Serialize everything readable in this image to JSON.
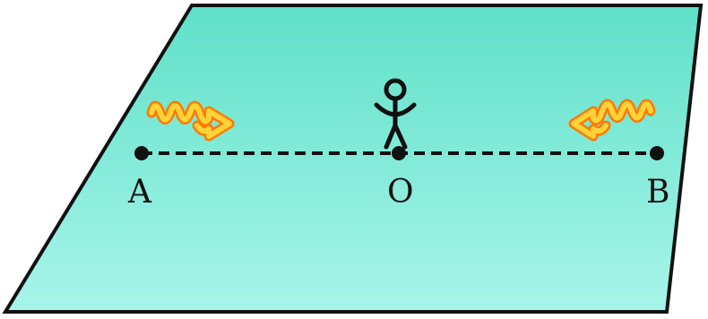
{
  "points": {
    "a": {
      "label": "A"
    },
    "o": {
      "label": "O"
    },
    "b": {
      "label": "B"
    }
  },
  "colors": {
    "plane_top": "#5fe0c8",
    "plane_bottom": "#a8f5ea",
    "outline": "#111111",
    "wave_fill": "#ffd23a",
    "wave_stroke": "#ff7a00"
  },
  "icons": {
    "observer": "stick-figure-icon",
    "wave_left": "wave-arrow-right-icon",
    "wave_right": "wave-arrow-left-icon"
  }
}
